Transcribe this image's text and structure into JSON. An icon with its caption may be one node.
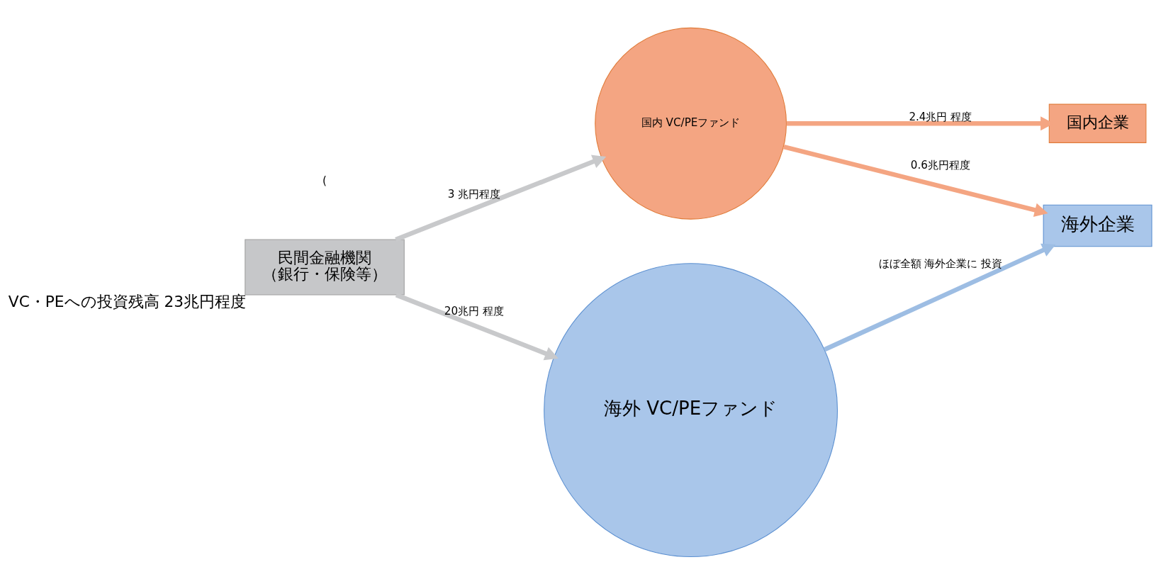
{
  "diagram": {
    "nodes": [
      {
        "text": [
          "民間金融機関",
          "（銀行・保険等）"
        ],
        "beside": [
          "VC・PEへの投資残高 23兆円程度"
        ]
      },
      {
        "text": [
          "国内 VC/PEファンド"
        ]
      },
      {
        "text": [
          "国内企業"
        ]
      },
      {
        "text": [
          "海外 VC/PEファンド"
        ]
      },
      {
        "text": [
          "海外企業"
        ]
      }
    ],
    "edges": [
      {
        "from": 0,
        "to": 1,
        "arrow": "to",
        "label": "3 兆円程度",
        "color": "#c8c9cb"
      },
      {
        "from": 0,
        "to": 3,
        "arrow": "to",
        "label": "20兆円 程度",
        "color": "#c8c9cb"
      },
      {
        "from": 1,
        "to": 2,
        "arrow": "to",
        "label": "2.4兆円 程度",
        "color": "#f4a582"
      },
      {
        "from": 1,
        "to": 4,
        "arrow": "to",
        "label": "0.6兆円程度",
        "color": "#f4a582"
      },
      {
        "from": 3,
        "to": 4,
        "arrow": "to",
        "label": "ほぼ全額 海外企業に 投資",
        "color": "#9dbde3"
      }
    ],
    "labels": [
      "("
    ]
  }
}
